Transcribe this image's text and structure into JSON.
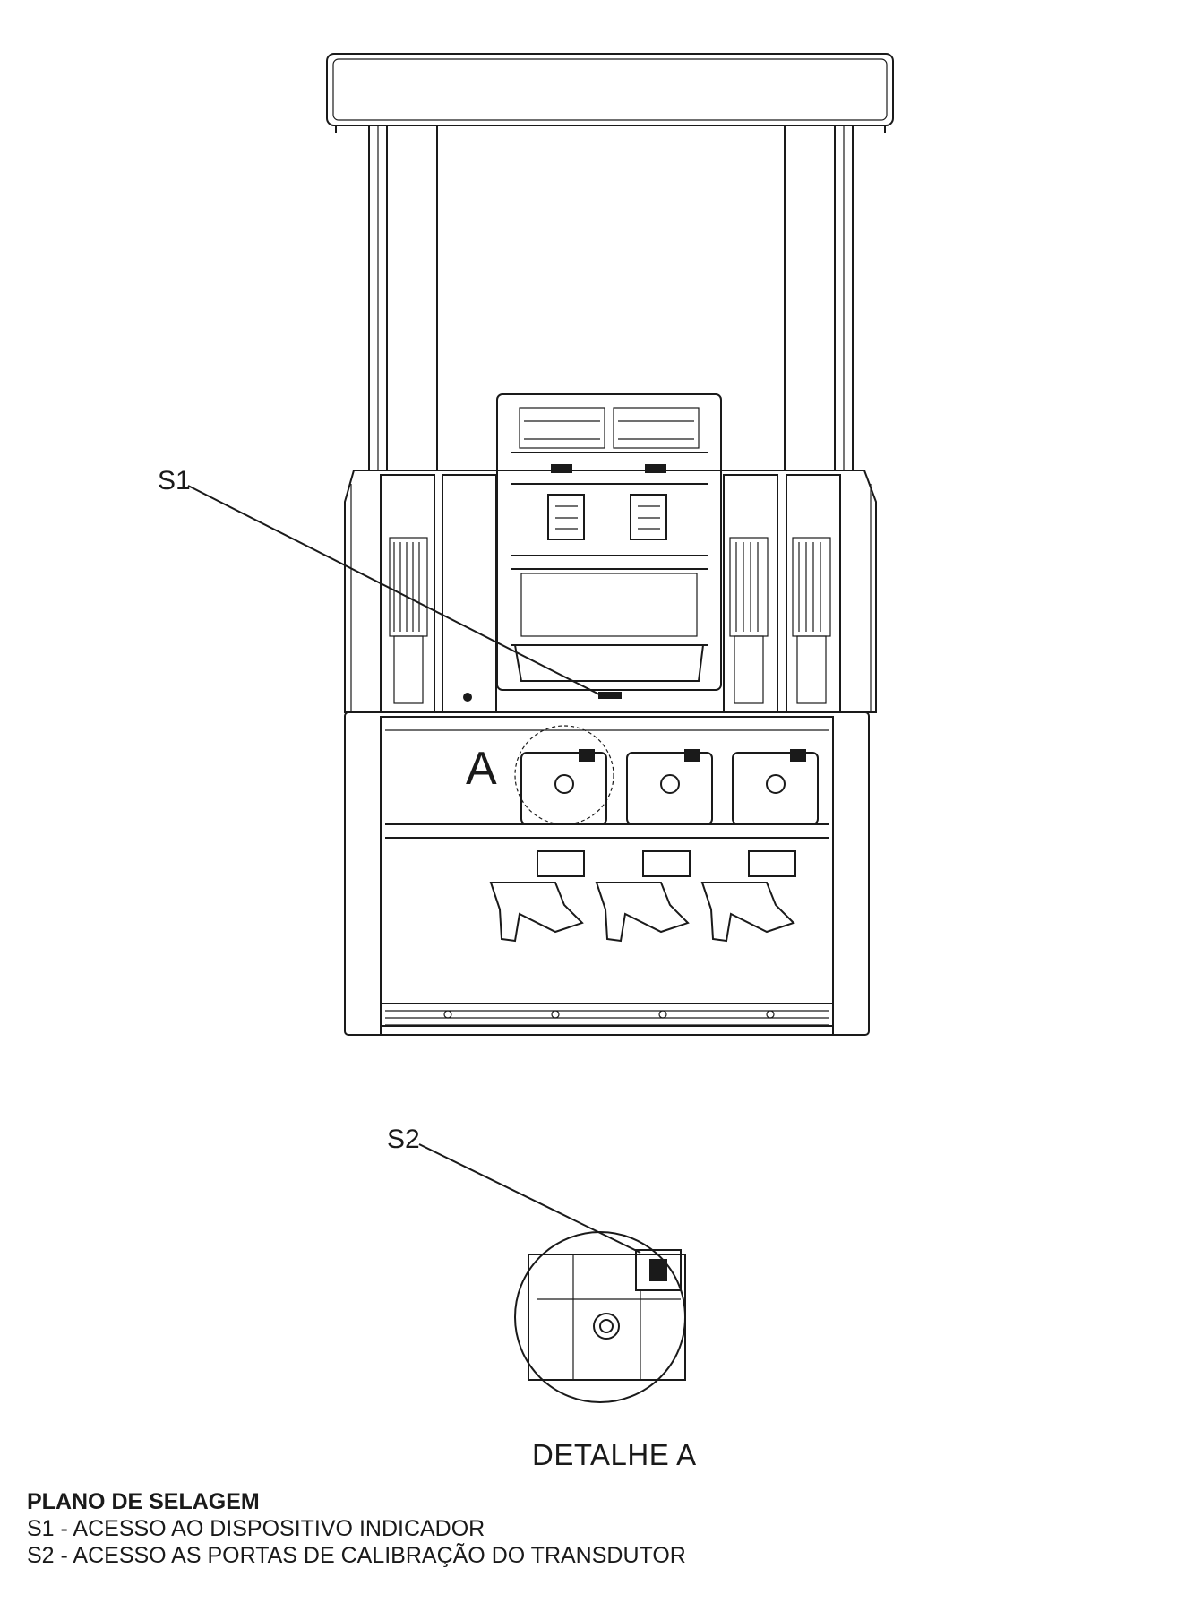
{
  "labels": {
    "s1": "S1",
    "s2": "S2",
    "detail_marker": "A",
    "detail_caption": "DETALHE A"
  },
  "legend": {
    "title": "PLANO DE SELAGEM",
    "items": [
      "S1 - ACESSO AO DISPOSITIVO INDICADOR",
      "S2 - ACESSO AS PORTAS DE CALIBRAÇÃO DO TRANSDUTOR"
    ]
  },
  "colors": {
    "line": "#1a1a1a",
    "background": "#ffffff"
  }
}
